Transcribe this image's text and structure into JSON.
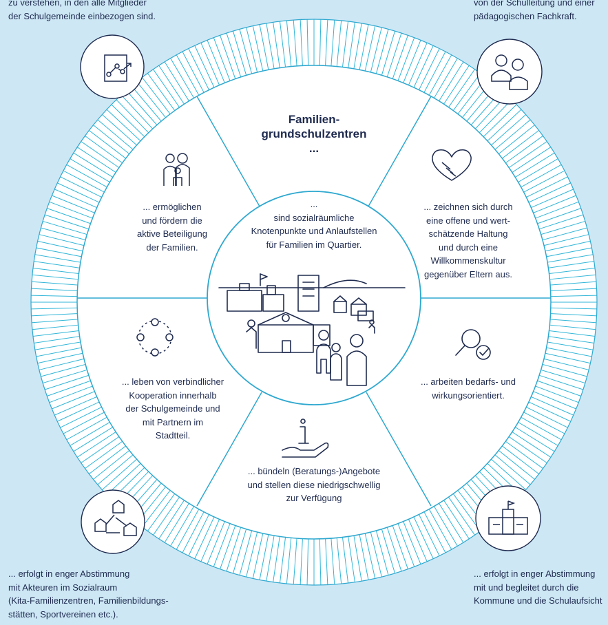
{
  "colors": {
    "background": "#cde7f5",
    "ring_hatch": "#31b6d8",
    "line": "#2ea8cf",
    "icon": "#1f2b4f",
    "white": "#ffffff"
  },
  "title": "Familien-\ngrundschulzentren\n...",
  "center": {
    "text": "...\nsind sozialräumliche\nKnotenpunkte und Anlaufstellen\nfür Familien im Quartier.",
    "illustration": "town-with-school-and-families-icon"
  },
  "segments": [
    {
      "id": "participation",
      "icon": "family-icon",
      "text": "... ermöglichen\nund fördern die\naktive Beteiligung\nder Familien."
    },
    {
      "id": "welcome",
      "icon": "handshake-heart-icon",
      "text": "... zeichnen sich durch\neine offene und wert-\nschätzende Haltung\nund durch eine\nWillkommenskultur\ngegenüber Eltern aus."
    },
    {
      "id": "cooperation",
      "icon": "network-people-icon",
      "text": "... leben von verbindlicher\nKooperation innerhalb\nder Schulgemeinde und\nmit Partnern im\nStadtteil."
    },
    {
      "id": "evaluation",
      "icon": "magnifier-check-icon",
      "text": "... arbeiten bedarfs- und\nwirkungsorientiert."
    },
    {
      "id": "offers",
      "icon": "hand-info-icon",
      "text": "... bündeln (Beratungs-)Angebote\nund stellen diese niedrigschwellig\nzur Verfügung"
    }
  ],
  "corners": {
    "top_left": {
      "icon": "chart-graph-icon",
      "text": "zu verstehen, in den alle Mitglieder\nder Schulgemeinde einbezogen sind."
    },
    "top_right": {
      "icon": "two-people-icon",
      "text": "von der Schulleitung und einer\npädagogischen Fachkraft."
    },
    "bottom_left": {
      "icon": "connected-houses-icon",
      "text": "... erfolgt in enger Abstimmung\nmit Akteuren im Sozialraum\n(Kita-Familienzentren, Familienbildungs-\nstätten, Sportvereinen etc.)."
    },
    "bottom_right": {
      "icon": "town-hall-icon",
      "text": "... erfolgt in enger Abstimmung\nmit und begleitet durch die\nKommune und die Schulaufsicht"
    }
  }
}
